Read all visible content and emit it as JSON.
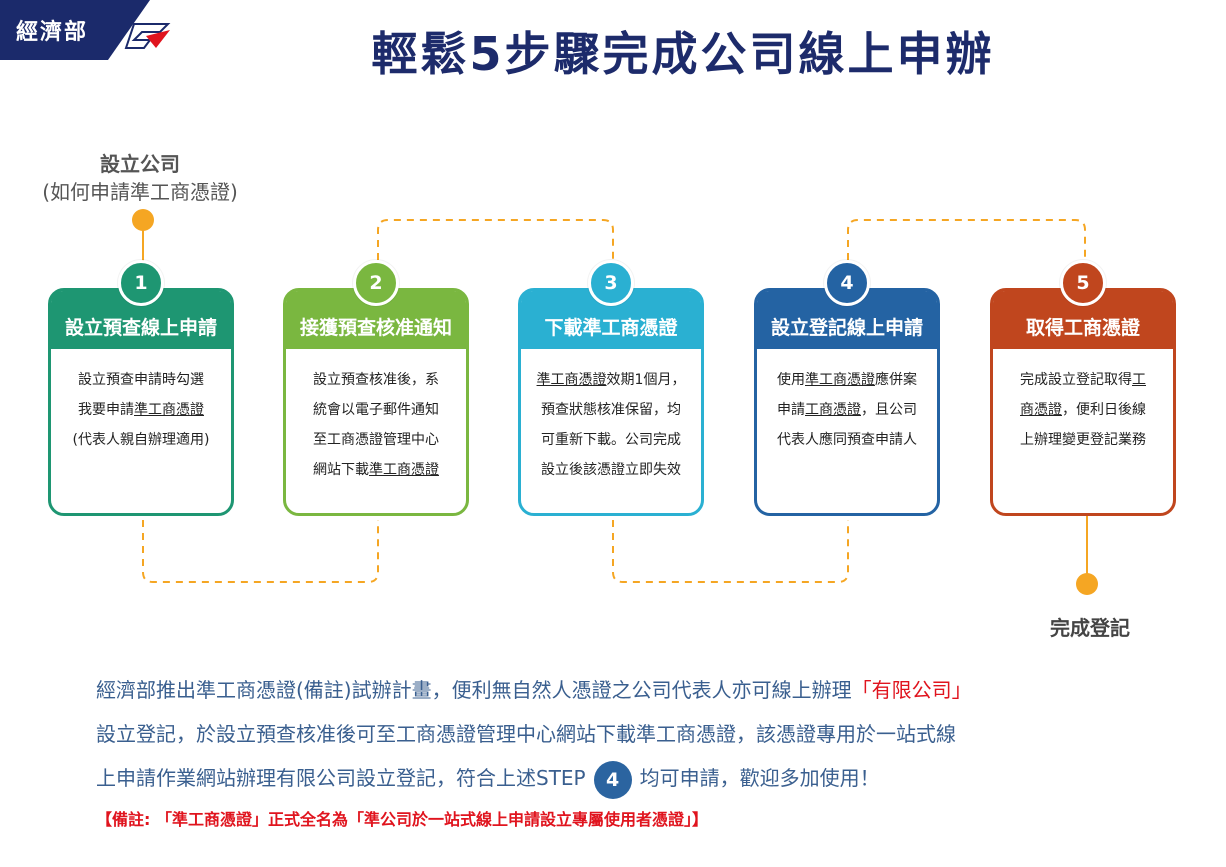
{
  "header": {
    "logo_text": "經濟部",
    "title": "輕鬆5步驟完成公司線上申辦"
  },
  "start": {
    "line1": "設立公司",
    "line2": "(如何申請準工商憑證)"
  },
  "end": {
    "label": "完成登記"
  },
  "steps": [
    {
      "number": "1",
      "title": "設立預查線上申請",
      "color": "#1e9672",
      "lines": [
        [
          {
            "t": "設立預查申請時勾選"
          }
        ],
        [
          {
            "t": "我要申請"
          },
          {
            "t": "準工商憑證",
            "u": true
          }
        ],
        [
          {
            "t": "(代表人親自辦理適用)"
          }
        ]
      ]
    },
    {
      "number": "2",
      "title": "接獲預查核准通知",
      "color": "#7ab740",
      "lines": [
        [
          {
            "t": "設立預查核准後，系"
          }
        ],
        [
          {
            "t": "統會以電子郵件通知"
          }
        ],
        [
          {
            "t": "至工商憑證管理中心"
          }
        ],
        [
          {
            "t": "網站下載"
          },
          {
            "t": "準工商憑證",
            "u": true
          }
        ]
      ]
    },
    {
      "number": "3",
      "title": "下載準工商憑證",
      "color": "#2ab0d2",
      "lines": [
        [
          {
            "t": "準工商憑證",
            "u": true
          },
          {
            "t": "效期1個月，"
          }
        ],
        [
          {
            "t": "預查狀態核准保留，均"
          }
        ],
        [
          {
            "t": "可重新下載。公司完成"
          }
        ],
        [
          {
            "t": "設立後該憑證立即失效"
          }
        ]
      ]
    },
    {
      "number": "4",
      "title": "設立登記線上申請",
      "color": "#2463a3",
      "lines": [
        [
          {
            "t": "使用"
          },
          {
            "t": "準工商憑證",
            "u": true
          },
          {
            "t": "應併案"
          }
        ],
        [
          {
            "t": "申請"
          },
          {
            "t": "工商憑證",
            "u": true
          },
          {
            "t": "，且公司"
          }
        ],
        [
          {
            "t": "代表人應同預查申請人"
          }
        ]
      ]
    },
    {
      "number": "5",
      "title": "取得工商憑證",
      "color": "#c0461e",
      "lines": [
        [
          {
            "t": "完成設立登記取得"
          },
          {
            "t": "工",
            "u": true
          }
        ],
        [
          {
            "t": "商憑證",
            "u": true
          },
          {
            "t": "，便利日後線"
          }
        ],
        [
          {
            "t": "上辦理變更登記業務"
          }
        ]
      ]
    }
  ],
  "description": {
    "line1_a": "經濟部推出準工商憑證(備註)試辦計畫，便利無自然人憑證之公司代表人亦可線上辦理",
    "line1_red": "「有限公司」",
    "line2": "設立登記，於設立預查核准後可至工商憑證管理中心網站下載準工商憑證，該憑證專用於一站式線",
    "line3_a": "上申請作業網站辦理有限公司設立登記，符合上述STEP",
    "line3_badge": "4",
    "line3_b": "均可申請，歡迎多加使用！"
  },
  "note": "【備註: 「準工商憑證」正式全名為「準公司於一站式線上申請設立專屬使用者憑證」】",
  "colors": {
    "navy": "#1d2b6b",
    "orange": "#f5a623",
    "red": "#e0141e"
  }
}
